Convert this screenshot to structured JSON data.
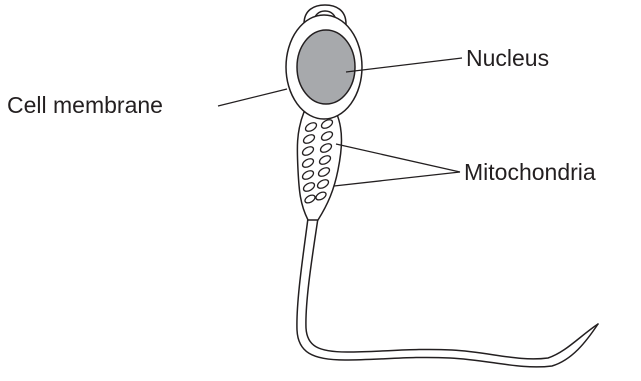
{
  "labels": {
    "nucleus": "Nucleus",
    "cell_membrane": "Cell membrane",
    "mitochondria": "Mitochondria"
  },
  "colors": {
    "ink": "#231f20",
    "nucleus_fill": "#a7a9ac",
    "background": "#ffffff"
  }
}
